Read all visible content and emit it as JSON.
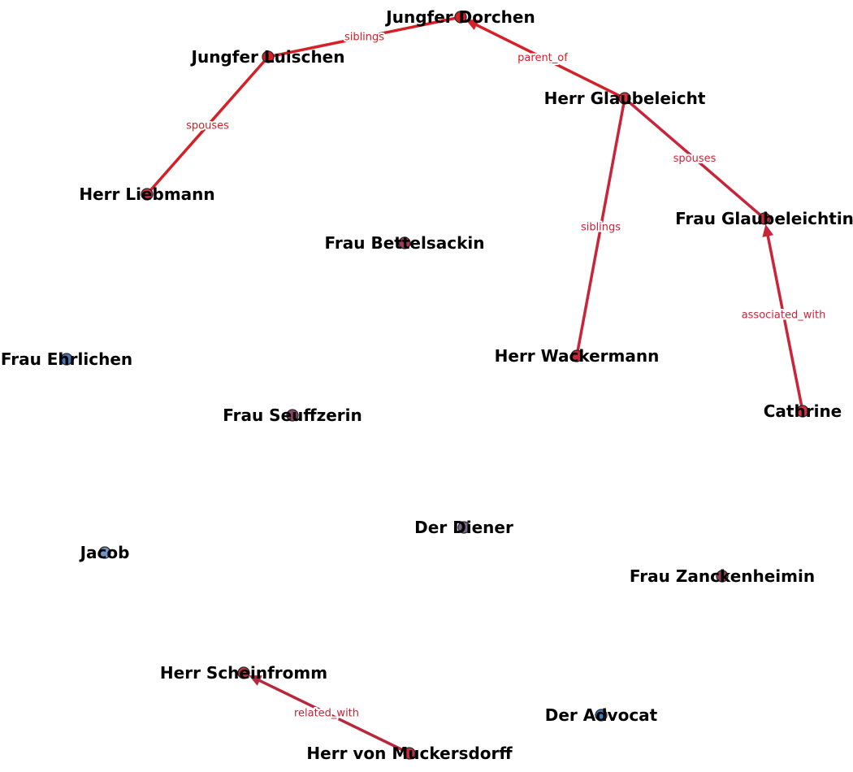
{
  "colors": {
    "edge_red": "#d42027",
    "edge_dark": "#b8283c",
    "node_red": "#d9303f",
    "node_purple": "#9a3e58",
    "node_blue": "#4a78b6",
    "node_blue_light": "#6f95c8",
    "node_outline": "#2a2a2a"
  },
  "nodes": [
    {
      "id": "jungfer-dorchen",
      "label": "Jungfer Dorchen",
      "color": "#d42027"
    },
    {
      "id": "jungfer-luischen",
      "label": "Jungfer Luischen",
      "color": "#d42027"
    },
    {
      "id": "herr-glaubeleicht",
      "label": "Herr Glaubeleicht",
      "color": "#d9303f"
    },
    {
      "id": "herr-liebmann",
      "label": "Herr Liebmann",
      "color": "#d9303f"
    },
    {
      "id": "frau-glaubeleichtin",
      "label": "Frau Glaubeleichtin",
      "color": "#c92a3b"
    },
    {
      "id": "frau-bettelsackin",
      "label": "Frau Bettelsackin",
      "color": "#a9385a"
    },
    {
      "id": "herr-wackermann",
      "label": "Herr Wackermann",
      "color": "#c2273a"
    },
    {
      "id": "frau-ehrlichen",
      "label": "Frau Ehrlichen",
      "color": "#4a78b6"
    },
    {
      "id": "cathrine",
      "label": "Cathrine",
      "color": "#d9303f"
    },
    {
      "id": "frau-seuffzerin",
      "label": "Frau Seuffzerin",
      "color": "#8a4563"
    },
    {
      "id": "der-diener",
      "label": "Der Diener",
      "color": "#7b6a90"
    },
    {
      "id": "jacob",
      "label": "Jacob",
      "color": "#6f95c8"
    },
    {
      "id": "frau-zanckenheimin",
      "label": "Frau Zanckenheimin",
      "color": "#8f3d5c"
    },
    {
      "id": "herr-scheinfromm",
      "label": "Herr Scheinfromm",
      "color": "#c9303f"
    },
    {
      "id": "der-advocat",
      "label": "Der Advocat",
      "color": "#3f7bbf"
    },
    {
      "id": "herr-von-muckersdorff",
      "label": "Herr von Muckersdorff",
      "color": "#c9303f"
    }
  ],
  "edges": [
    {
      "from": "jungfer-luischen",
      "to": "jungfer-dorchen",
      "label": "siblings",
      "directed": false,
      "color": "#d42027"
    },
    {
      "from": "jungfer-luischen",
      "to": "herr-liebmann",
      "label": "spouses",
      "directed": false,
      "color": "#d42027"
    },
    {
      "from": "herr-glaubeleicht",
      "to": "jungfer-dorchen",
      "label": "parent_of",
      "directed": true,
      "color": "#d42027"
    },
    {
      "from": "herr-glaubeleicht",
      "to": "frau-glaubeleichtin",
      "label": "spouses",
      "directed": false,
      "color": "#c9253a"
    },
    {
      "from": "herr-glaubeleicht",
      "to": "herr-wackermann",
      "label": "siblings",
      "directed": false,
      "color": "#c9253a"
    },
    {
      "from": "cathrine",
      "to": "frau-glaubeleichtin",
      "label": "associated_with",
      "directed": true,
      "color": "#c9253a"
    },
    {
      "from": "herr-von-muckersdorff",
      "to": "herr-scheinfromm",
      "label": "related_with",
      "directed": true,
      "color": "#b8283c"
    }
  ]
}
